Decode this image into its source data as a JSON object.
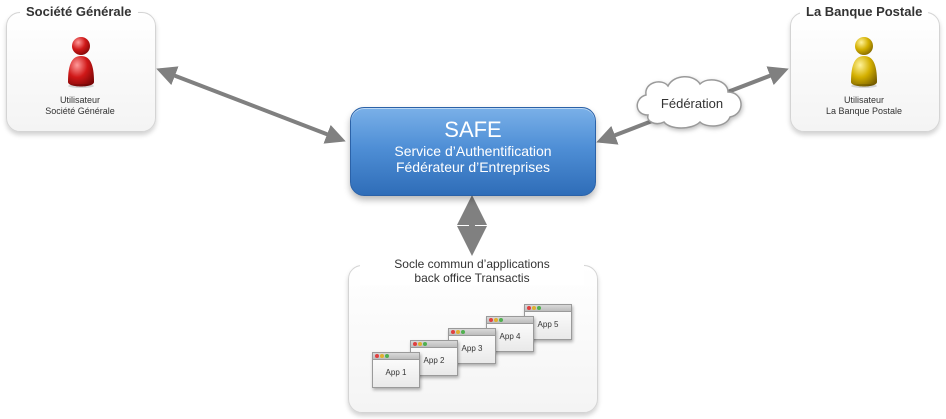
{
  "left_org": {
    "title": "Société Générale",
    "user_line1": "Utilisateur",
    "user_line2": "Société Générale",
    "icon_color": "#d01818"
  },
  "right_org": {
    "title": "La Banque Postale",
    "user_line1": "Utilisateur",
    "user_line2": "La Banque Postale",
    "icon_color": "#d4b000"
  },
  "safe": {
    "title": "SAFE",
    "line1": "Service d’Authentification",
    "line2": "Fédérateur d’Entreprises"
  },
  "federation": {
    "label": "Fédération"
  },
  "socle": {
    "line1": "Socle commun d’applications",
    "line2": "back office Transactis"
  },
  "apps": [
    "App 1",
    "App 2",
    "App 3",
    "App 4",
    "App 5"
  ]
}
